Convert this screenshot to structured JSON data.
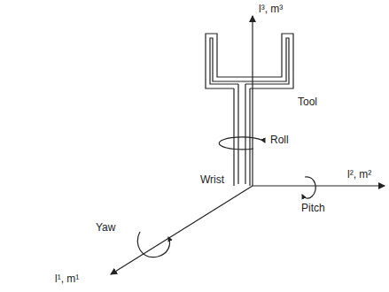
{
  "diagram": {
    "labels": [
      "l³, m³",
      "Tool",
      "Roll",
      "Wrist",
      "Yaw",
      "Pitch",
      "l², m²",
      "l¹, m¹"
    ]
  }
}
